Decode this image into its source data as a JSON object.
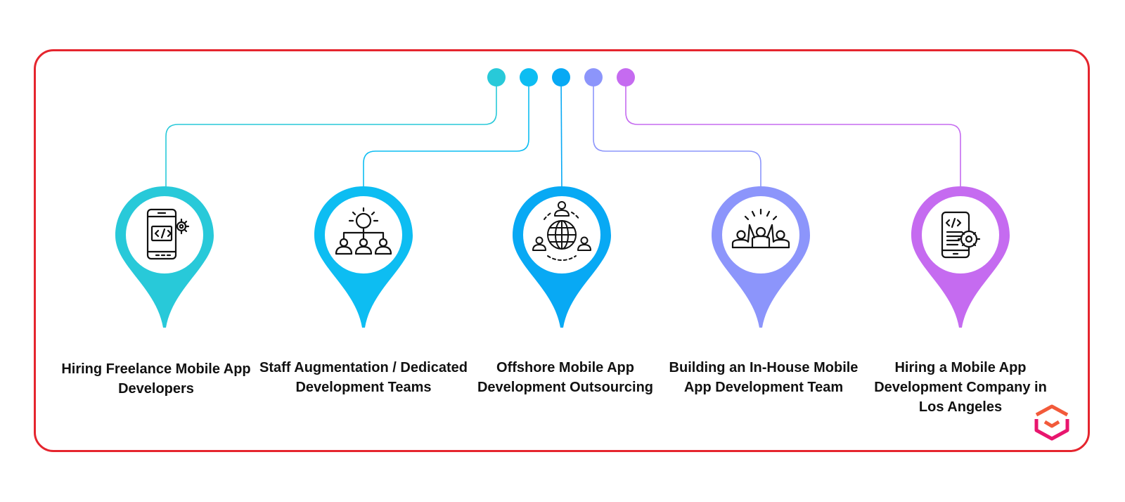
{
  "colors": {
    "frame": "#e5252e",
    "steps": [
      "#28c9d9",
      "#0dbdf2",
      "#08a9f4",
      "#8c95fb",
      "#c56bf0"
    ],
    "icon_stroke": "#111111",
    "logo": [
      "#f25a3a",
      "#e8166e"
    ]
  },
  "options": [
    {
      "label": "Hiring Freelance Mobile App Developers",
      "icon": "mobile-code-gear-icon"
    },
    {
      "label": "Staff Augmentation / Dedicated Development Teams",
      "icon": "team-hierarchy-icon"
    },
    {
      "label": "Offshore Mobile App Development Outsourcing",
      "icon": "global-team-icon"
    },
    {
      "label": "Building an In-House Mobile App Development Team",
      "icon": "celebrating-team-icon"
    },
    {
      "label": "Hiring a Mobile App Development Company in Los Angeles",
      "icon": "phone-document-gear-icon"
    }
  ],
  "brand": {
    "logo_icon": "cube-logo-icon"
  }
}
